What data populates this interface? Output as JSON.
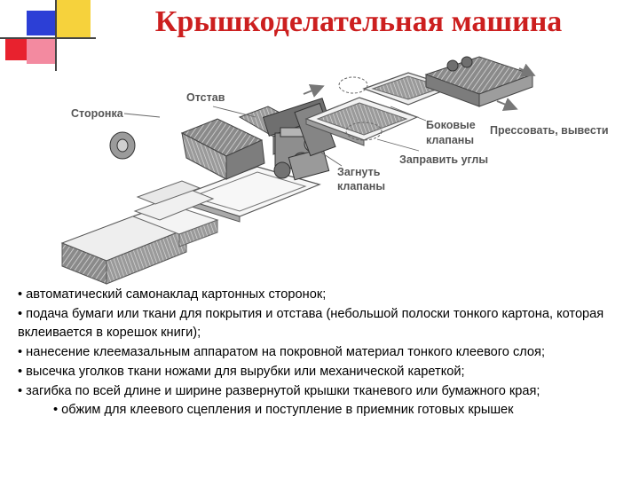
{
  "title": "Крышкоделательная машина",
  "colors": {
    "title": "#cc1f1f",
    "deco_blue": "#2c3fd6",
    "deco_yellow": "#f6d23c",
    "deco_red": "#e8222e",
    "deco_pink": "#f38aa0"
  },
  "diagram": {
    "labels": {
      "storonka": "Сторонка",
      "otstav": "Отстав",
      "bokovye_1": "Боковые",
      "bokovye_2": "клапаны",
      "pressovat": "Прессовать, вывести",
      "zapravit": "Заправить углы",
      "zagnut_1": "Загнуть",
      "zagnut_2": "клапаны"
    }
  },
  "bullets": [
    "• автоматический самонаклад картонных сторонок;",
    "• подача бумаги или ткани для покрытия и отстава (небольшой полоски тонкого картона, которая вклеивается в корешок книги);",
    "• нанесение клеемазальным аппаратом на покровной материал тонкого клеевого слоя;",
    "• высечка уголков ткани ножами для вырубки или механической кареткой;",
    "• загибка по всей длине и ширине развернутой крышки тканевого или бумажного края;",
    "• обжим для клеевого сцепления и поступление в приемник готовых крышек"
  ]
}
